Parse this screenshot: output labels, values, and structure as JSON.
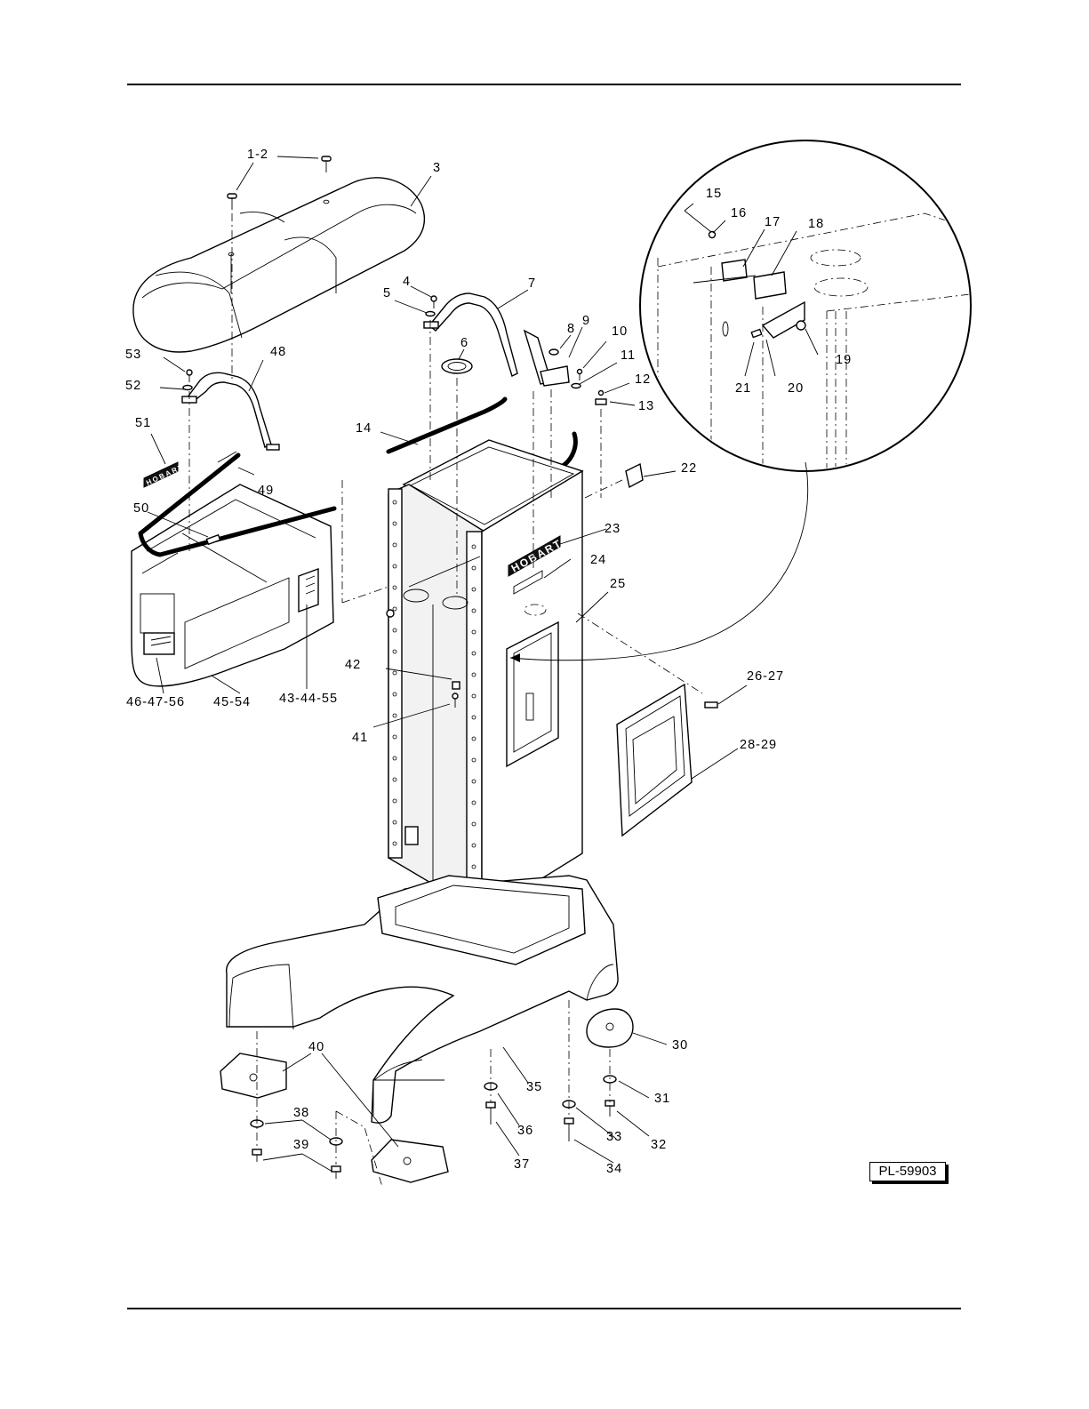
{
  "document": {
    "plate_number": "PL-59903"
  },
  "logos": {
    "front_badge": "HOBART",
    "side_badge": "HOBART"
  },
  "callouts": [
    {
      "id": "c-1-2",
      "text": "1-2"
    },
    {
      "id": "c-3",
      "text": "3"
    },
    {
      "id": "c-4",
      "text": "4"
    },
    {
      "id": "c-5",
      "text": "5"
    },
    {
      "id": "c-6",
      "text": "6"
    },
    {
      "id": "c-7",
      "text": "7"
    },
    {
      "id": "c-8",
      "text": "8"
    },
    {
      "id": "c-9",
      "text": "9"
    },
    {
      "id": "c-10",
      "text": "10"
    },
    {
      "id": "c-11",
      "text": "11"
    },
    {
      "id": "c-12",
      "text": "12"
    },
    {
      "id": "c-13",
      "text": "13"
    },
    {
      "id": "c-14",
      "text": "14"
    },
    {
      "id": "c-15",
      "text": "15"
    },
    {
      "id": "c-16",
      "text": "16"
    },
    {
      "id": "c-17",
      "text": "17"
    },
    {
      "id": "c-18",
      "text": "18"
    },
    {
      "id": "c-19",
      "text": "19"
    },
    {
      "id": "c-20",
      "text": "20"
    },
    {
      "id": "c-21",
      "text": "21"
    },
    {
      "id": "c-22",
      "text": "22"
    },
    {
      "id": "c-23",
      "text": "23"
    },
    {
      "id": "c-24",
      "text": "24"
    },
    {
      "id": "c-25",
      "text": "25"
    },
    {
      "id": "c-26-27",
      "text": "26-27"
    },
    {
      "id": "c-28-29",
      "text": "28-29"
    },
    {
      "id": "c-30",
      "text": "30"
    },
    {
      "id": "c-31",
      "text": "31"
    },
    {
      "id": "c-32",
      "text": "32"
    },
    {
      "id": "c-33",
      "text": "33"
    },
    {
      "id": "c-34",
      "text": "34"
    },
    {
      "id": "c-35",
      "text": "35"
    },
    {
      "id": "c-36",
      "text": "36"
    },
    {
      "id": "c-37",
      "text": "37"
    },
    {
      "id": "c-38",
      "text": "38"
    },
    {
      "id": "c-39",
      "text": "39"
    },
    {
      "id": "c-40",
      "text": "40"
    },
    {
      "id": "c-41",
      "text": "41"
    },
    {
      "id": "c-42",
      "text": "42"
    },
    {
      "id": "c-43-44-55",
      "text": "43-44-55"
    },
    {
      "id": "c-45-54",
      "text": "45-54"
    },
    {
      "id": "c-46-47-56",
      "text": "46-47-56"
    },
    {
      "id": "c-48",
      "text": "48"
    },
    {
      "id": "c-49",
      "text": "49"
    },
    {
      "id": "c-50",
      "text": "50"
    },
    {
      "id": "c-51",
      "text": "51"
    },
    {
      "id": "c-52",
      "text": "52"
    },
    {
      "id": "c-53",
      "text": "53"
    }
  ]
}
